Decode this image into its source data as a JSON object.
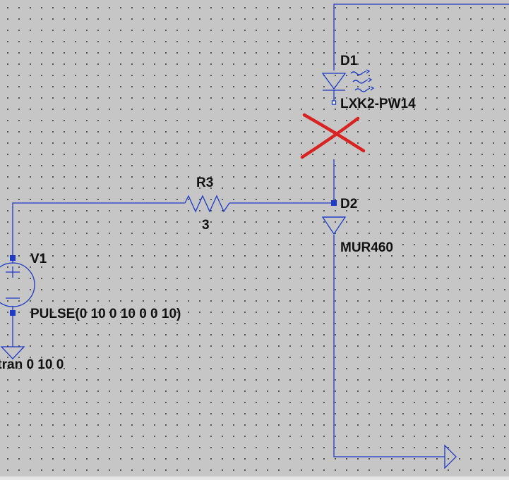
{
  "schematic": {
    "wire_color": "#1f3bc4",
    "pin_color": "#1f3bc4",
    "mark_color": "#d92222",
    "components": {
      "d1": {
        "ref": "D1",
        "value": "LXK2-PW14"
      },
      "d2": {
        "ref": "D2",
        "value": "MUR460"
      },
      "r3": {
        "ref": "R3",
        "value": "3"
      },
      "v1": {
        "ref": "V1",
        "value": "PULSE(0 10 0 10 0 0 10)"
      }
    },
    "directive": ".tran 0 10 0"
  }
}
